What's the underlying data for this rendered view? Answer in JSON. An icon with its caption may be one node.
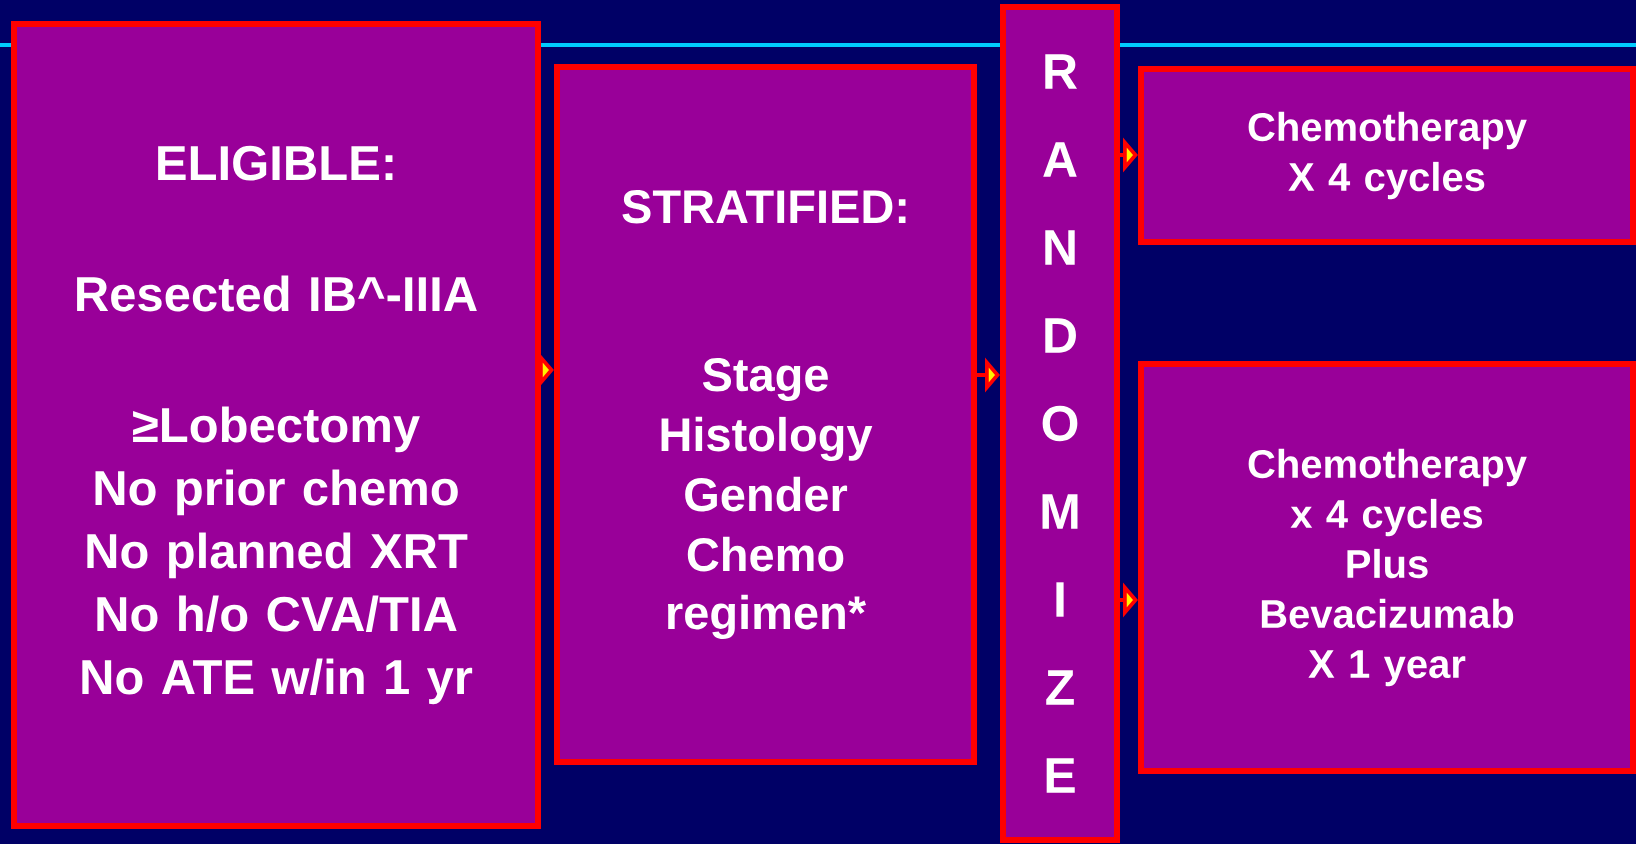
{
  "diagram": {
    "nodes": [
      {
        "text": [
          "ELIGIBLE:",
          "Resected IB^-IIIA",
          "≥Lobectomy",
          "No prior chemo",
          "No planned XRT",
          "No h/o CVA/TIA",
          "No ATE w/in 1 yr"
        ]
      },
      {
        "text": [
          "STRATIFIED:",
          "Stage",
          "Histology",
          "Gender",
          "Chemo regimen*"
        ]
      },
      {
        "text": [
          "RANDOMIZE"
        ]
      },
      {
        "text": [
          "Chemotherapy",
          "X 4 cycles"
        ]
      },
      {
        "text": [
          "Chemotherapy",
          "x 4 cycles",
          "Plus",
          "Bevacizumab",
          "X 1 year"
        ]
      }
    ],
    "edges": [
      {
        "from": 0,
        "to": 1,
        "arrow": "to"
      },
      {
        "from": 1,
        "to": 2,
        "arrow": "to"
      },
      {
        "from": 2,
        "to": 3,
        "arrow": "to"
      },
      {
        "from": 2,
        "to": 4,
        "arrow": "to"
      }
    ]
  }
}
